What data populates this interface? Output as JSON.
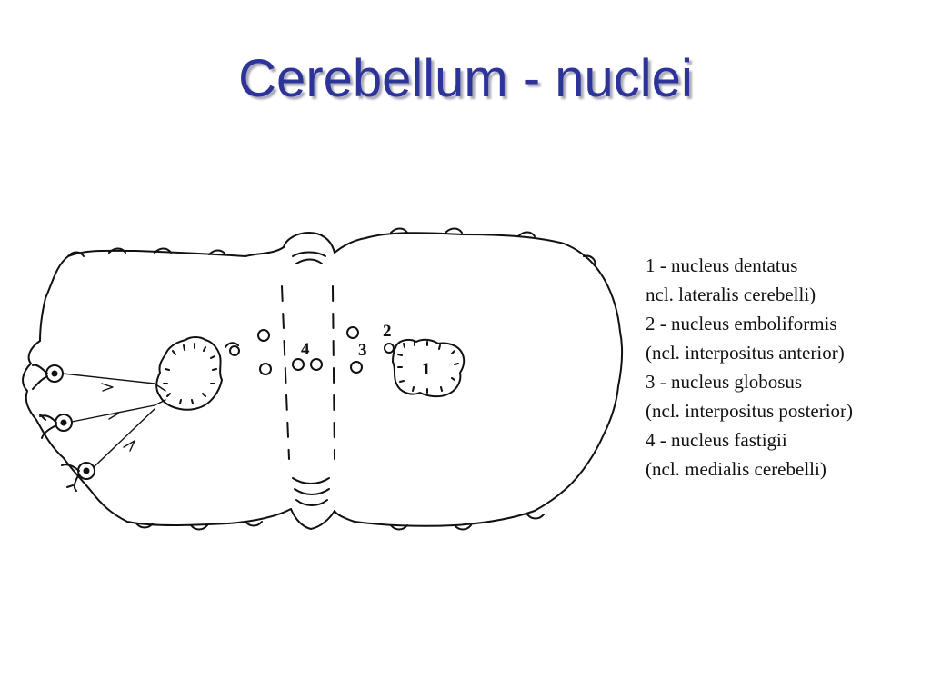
{
  "slide": {
    "title": "Cerebellum - nuclei"
  },
  "diagram": {
    "labels": {
      "n1": "1",
      "n2": "2",
      "n3": "3",
      "n4": "4"
    }
  },
  "legend": [
    "1 - nucleus dentatus",
    "ncl. lateralis cerebelli)",
    "2 - nucleus emboliformis",
    "(ncl. interpositus anterior)",
    "3 - nucleus globosus",
    "(ncl. interpositus posterior)",
    "4 - nucleus fastigii",
    "(ncl. medialis cerebelli)"
  ]
}
